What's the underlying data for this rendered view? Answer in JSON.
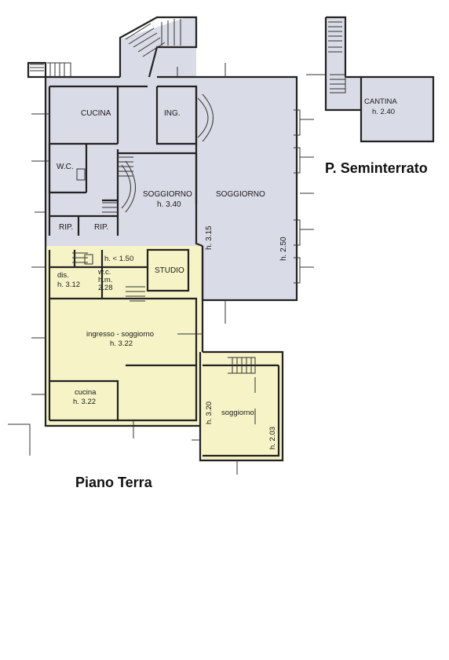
{
  "titles": {
    "ground_floor": "Piano Terra",
    "basement": "P. Seminterrato"
  },
  "colors": {
    "grey_area": "#d9dbe6",
    "yellow_area": "#f6f3c6",
    "walls": "#222222"
  },
  "rooms": {
    "cucina_upper": "CUCINA",
    "ing": "ING.",
    "wc_upper": "W.C.",
    "soggiorno_left": "SOGGIORNO",
    "soggiorno_left_h": "h. 3.40",
    "soggiorno_right": "SOGGIORNO",
    "rip1": "RIP.",
    "rip2": "RIP.",
    "studio": "STUDIO",
    "h315": "h. 3.15",
    "h250": "h. 2.50",
    "dis": "dis.",
    "dis_h": "h. 3.12",
    "h150": "h. < 1.50",
    "wc_lower": "w.c.",
    "wc_hm": "h.m.",
    "wc_h": "2.28",
    "ingresso": "ingresso - soggiorno",
    "ingresso_h": "h. 3.22",
    "cucina_lower": "cucina",
    "cucina_lower_h": "h. 3.22",
    "h320": "h. 3.20",
    "soggiorno_annex": "soggiorno",
    "h203": "h. 2.03",
    "cantina": "CANTINA",
    "cantina_h": "h. 2.40"
  }
}
